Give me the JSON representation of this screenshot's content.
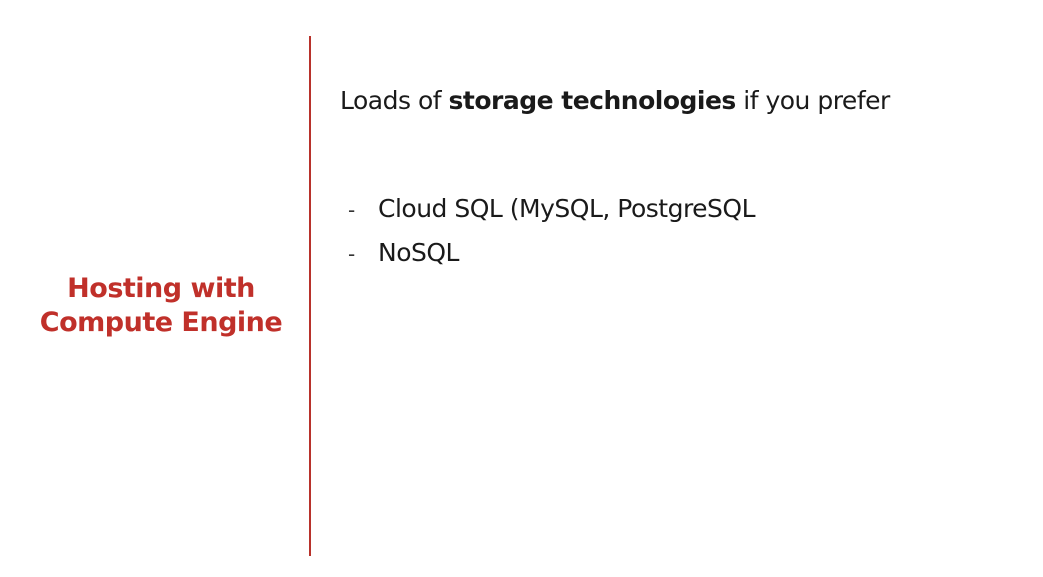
{
  "sidebar": {
    "title_line1": "Hosting with",
    "title_line2": "Compute Engine",
    "title_color": "#c0302a"
  },
  "divider_color": "#b8322b",
  "headline": {
    "prefix": "Loads of ",
    "bold": "storage technologies",
    "suffix": " if you prefer"
  },
  "bullets": [
    {
      "marker": "-",
      "text": "Cloud SQL (MySQL, PostgreSQL"
    },
    {
      "marker": "-",
      "text": "NoSQL"
    }
  ]
}
